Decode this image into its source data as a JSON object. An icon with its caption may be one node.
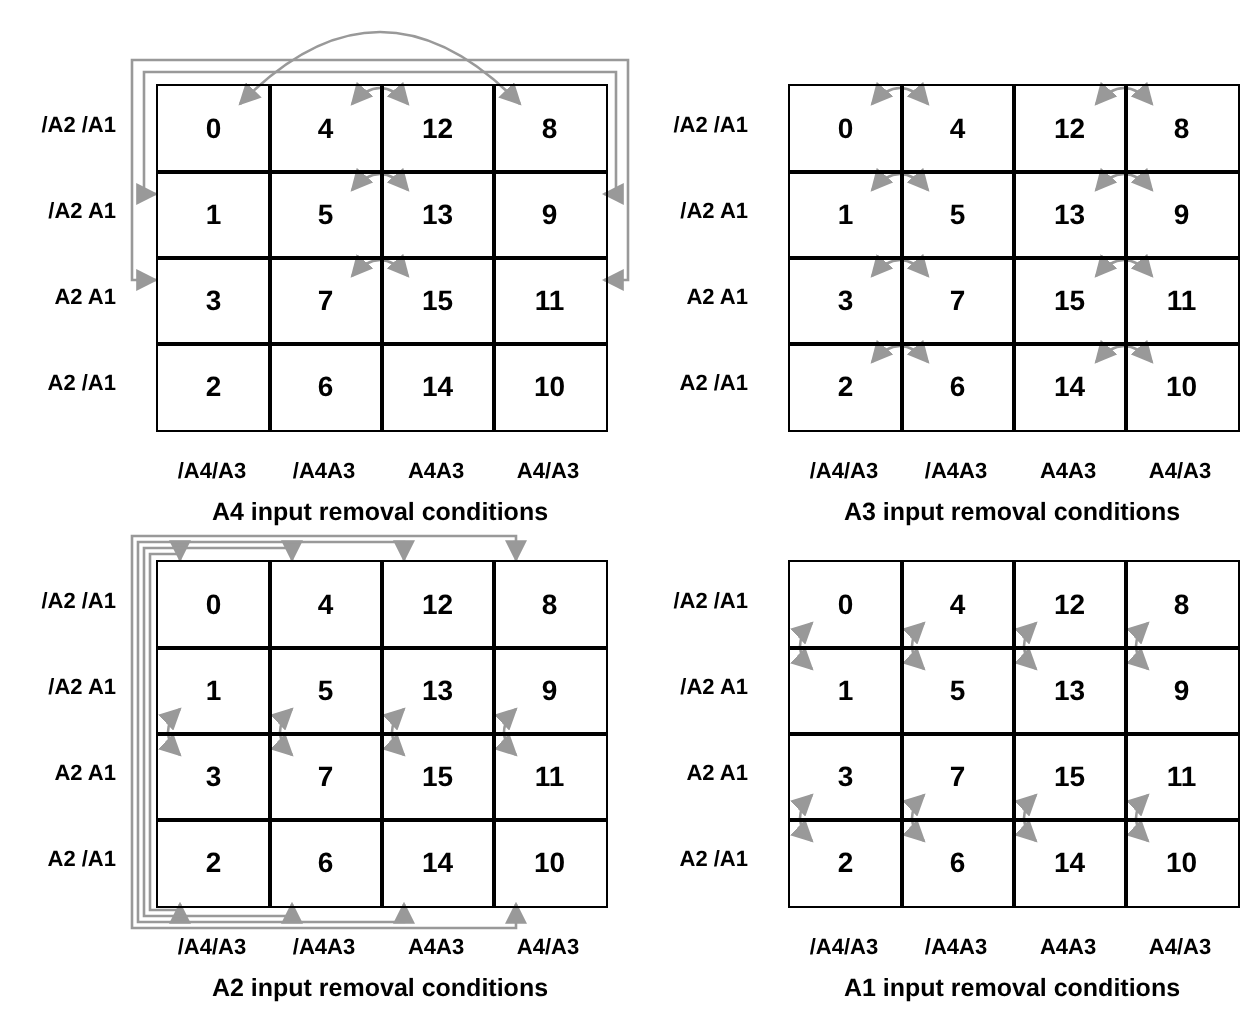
{
  "diagram": {
    "nodes": [
      {
        "text": [
          "0"
        ]
      },
      {
        "text": [
          "4"
        ]
      },
      {
        "text": [
          "12"
        ]
      },
      {
        "text": [
          "8"
        ]
      },
      {
        "text": [
          "1"
        ]
      },
      {
        "text": [
          "5"
        ]
      },
      {
        "text": [
          "13"
        ]
      },
      {
        "text": [
          "9"
        ]
      },
      {
        "text": [
          "3"
        ]
      },
      {
        "text": [
          "7"
        ]
      },
      {
        "text": [
          "15"
        ]
      },
      {
        "text": [
          "11"
        ]
      },
      {
        "text": [
          "2"
        ]
      },
      {
        "text": [
          "6"
        ]
      },
      {
        "text": [
          "14"
        ]
      },
      {
        "text": [
          "10"
        ]
      },
      {
        "text": [
          "0"
        ]
      },
      {
        "text": [
          "4"
        ]
      },
      {
        "text": [
          "12"
        ]
      },
      {
        "text": [
          "8"
        ]
      },
      {
        "text": [
          "1"
        ]
      },
      {
        "text": [
          "5"
        ]
      },
      {
        "text": [
          "13"
        ]
      },
      {
        "text": [
          "9"
        ]
      },
      {
        "text": [
          "3"
        ]
      },
      {
        "text": [
          "7"
        ]
      },
      {
        "text": [
          "15"
        ]
      },
      {
        "text": [
          "11"
        ]
      },
      {
        "text": [
          "2"
        ]
      },
      {
        "text": [
          "6"
        ]
      },
      {
        "text": [
          "14"
        ]
      },
      {
        "text": [
          "10"
        ]
      },
      {
        "text": [
          "0"
        ]
      },
      {
        "text": [
          "4"
        ]
      },
      {
        "text": [
          "12"
        ]
      },
      {
        "text": [
          "8"
        ]
      },
      {
        "text": [
          "1"
        ]
      },
      {
        "text": [
          "5"
        ]
      },
      {
        "text": [
          "13"
        ]
      },
      {
        "text": [
          "9"
        ]
      },
      {
        "text": [
          "3"
        ]
      },
      {
        "text": [
          "7"
        ]
      },
      {
        "text": [
          "15"
        ]
      },
      {
        "text": [
          "11"
        ]
      },
      {
        "text": [
          "2"
        ]
      },
      {
        "text": [
          "6"
        ]
      },
      {
        "text": [
          "14"
        ]
      },
      {
        "text": [
          "10"
        ]
      },
      {
        "text": [
          "0"
        ]
      },
      {
        "text": [
          "4"
        ]
      },
      {
        "text": [
          "12"
        ]
      },
      {
        "text": [
          "8"
        ]
      },
      {
        "text": [
          "1"
        ]
      },
      {
        "text": [
          "5"
        ]
      },
      {
        "text": [
          "13"
        ]
      },
      {
        "text": [
          "9"
        ]
      },
      {
        "text": [
          "3"
        ]
      },
      {
        "text": [
          "7"
        ]
      },
      {
        "text": [
          "15"
        ]
      },
      {
        "text": [
          "11"
        ]
      },
      {
        "text": [
          "2"
        ]
      },
      {
        "text": [
          "6"
        ]
      },
      {
        "text": [
          "14"
        ]
      },
      {
        "text": [
          "10"
        ]
      }
    ],
    "edges": [
      {
        "from": 0,
        "to": 3,
        "arrow": "both"
      },
      {
        "from": 1,
        "to": 2,
        "arrow": "both"
      },
      {
        "from": 4,
        "to": 7,
        "arrow": "both"
      },
      {
        "from": 5,
        "to": 6,
        "arrow": "both"
      },
      {
        "from": 8,
        "to": 11,
        "arrow": "both"
      },
      {
        "from": 9,
        "to": 10,
        "arrow": "both"
      },
      {
        "from": 16,
        "to": 17,
        "arrow": "both"
      },
      {
        "from": 18,
        "to": 19,
        "arrow": "both"
      },
      {
        "from": 20,
        "to": 21,
        "arrow": "both"
      },
      {
        "from": 22,
        "to": 23,
        "arrow": "both"
      },
      {
        "from": 24,
        "to": 25,
        "arrow": "both"
      },
      {
        "from": 26,
        "to": 27,
        "arrow": "both"
      },
      {
        "from": 28,
        "to": 29,
        "arrow": "both"
      },
      {
        "from": 30,
        "to": 31,
        "arrow": "both"
      },
      {
        "from": 32,
        "to": 44,
        "arrow": "both"
      },
      {
        "from": 33,
        "to": 45,
        "arrow": "both"
      },
      {
        "from": 34,
        "to": 46,
        "arrow": "both"
      },
      {
        "from": 35,
        "to": 47,
        "arrow": "both"
      },
      {
        "from": 36,
        "to": 40,
        "arrow": "both"
      },
      {
        "from": 37,
        "to": 41,
        "arrow": "both"
      },
      {
        "from": 38,
        "to": 42,
        "arrow": "both"
      },
      {
        "from": 39,
        "to": 43,
        "arrow": "both"
      },
      {
        "from": 48,
        "to": 52,
        "arrow": "both"
      },
      {
        "from": 49,
        "to": 53,
        "arrow": "both"
      },
      {
        "from": 50,
        "to": 54,
        "arrow": "both"
      },
      {
        "from": 51,
        "to": 55,
        "arrow": "both"
      },
      {
        "from": 56,
        "to": 60,
        "arrow": "both"
      },
      {
        "from": 57,
        "to": 61,
        "arrow": "both"
      },
      {
        "from": 58,
        "to": 62,
        "arrow": "both"
      },
      {
        "from": 59,
        "to": 63,
        "arrow": "both"
      }
    ],
    "labels": [
      "/A2 /A1",
      "/A2 A1",
      "A2 A1",
      "A2 /A1",
      "/A4/A3",
      "/A4A3",
      "A4A3",
      "A4/A3",
      "A4 input removal conditions",
      "/A2 /A1",
      "/A2 A1",
      "A2 A1",
      "A2 /A1",
      "/A4/A3",
      "/A4A3",
      "A4A3",
      "A4/A3",
      "A3 input removal conditions",
      "/A2 /A1",
      "/A2 A1",
      "A2 A1",
      "A2 /A1",
      "/A4/A3",
      "/A4A3",
      "A4A3",
      "A4/A3",
      "A2 input removal conditions",
      "/A2 /A1",
      "/A2 A1",
      "A2 A1",
      "A2 /A1",
      "/A4/A3",
      "/A4A3",
      "A4A3",
      "A4/A3",
      "A1 input removal conditions"
    ]
  }
}
